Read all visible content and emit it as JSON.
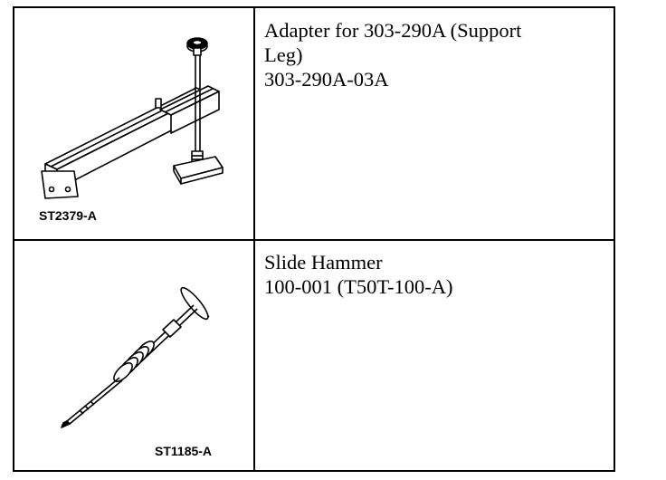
{
  "tools": [
    {
      "figure_label": "ST2379-A",
      "name_line1": "Adapter for 303-290A (Support",
      "name_line2": "Leg)",
      "part_number": "303-290A-03A",
      "icon": "support-leg-adapter-illustration"
    },
    {
      "figure_label": "ST1185-A",
      "name_line1": "Slide Hammer",
      "part_number": "100-001 (T50T-100-A)",
      "icon": "slide-hammer-illustration"
    }
  ]
}
